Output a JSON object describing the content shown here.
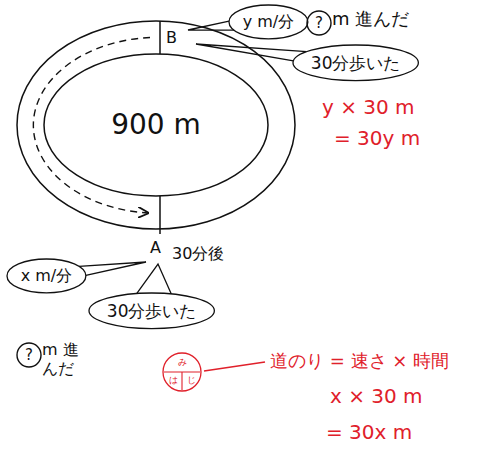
{
  "diagram": {
    "nodes": [
      {
        "text": [
          "y m/分"
        ]
      },
      {
        "text": [
          "?"
        ]
      },
      {
        "text": [
          "30分歩いた"
        ]
      },
      {
        "text": [
          "900 m"
        ]
      },
      {
        "text": [
          "x m/分"
        ]
      },
      {
        "text": [
          "?"
        ]
      },
      {
        "text": [
          "30分歩いた"
        ]
      },
      {
        "text": [
          "み",
          "は",
          "じ"
        ]
      }
    ],
    "labels": [
      "m 進んだ",
      "B",
      "y × 30 m",
      "= 30y m",
      "A",
      "30分後",
      "m 進んだ",
      "道のり = 速さ × 時間",
      "x × 30 m",
      "= 30x m"
    ]
  }
}
